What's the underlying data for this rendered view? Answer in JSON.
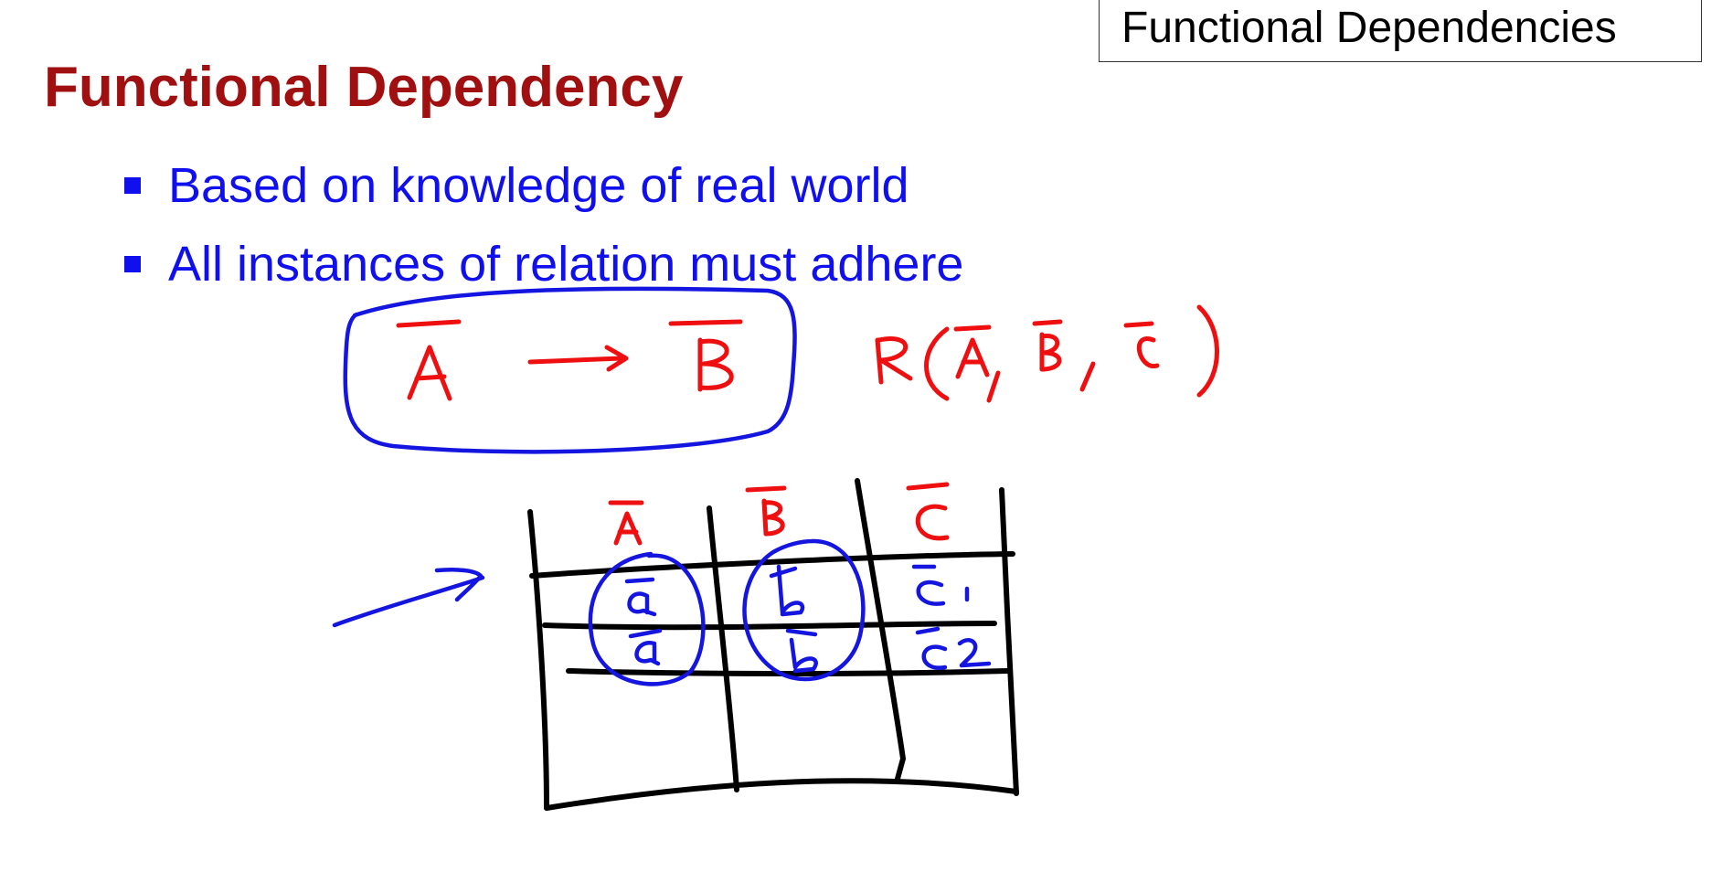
{
  "header": {
    "section_label": "Functional Dependencies"
  },
  "slide": {
    "title": "Functional Dependency",
    "bullets": [
      "Based on knowledge of real world",
      "All instances of relation must adhere"
    ]
  },
  "handwriting": {
    "ink_red": "#ee1010",
    "ink_blue": "#1515e0",
    "ink_black": "#000000"
  }
}
